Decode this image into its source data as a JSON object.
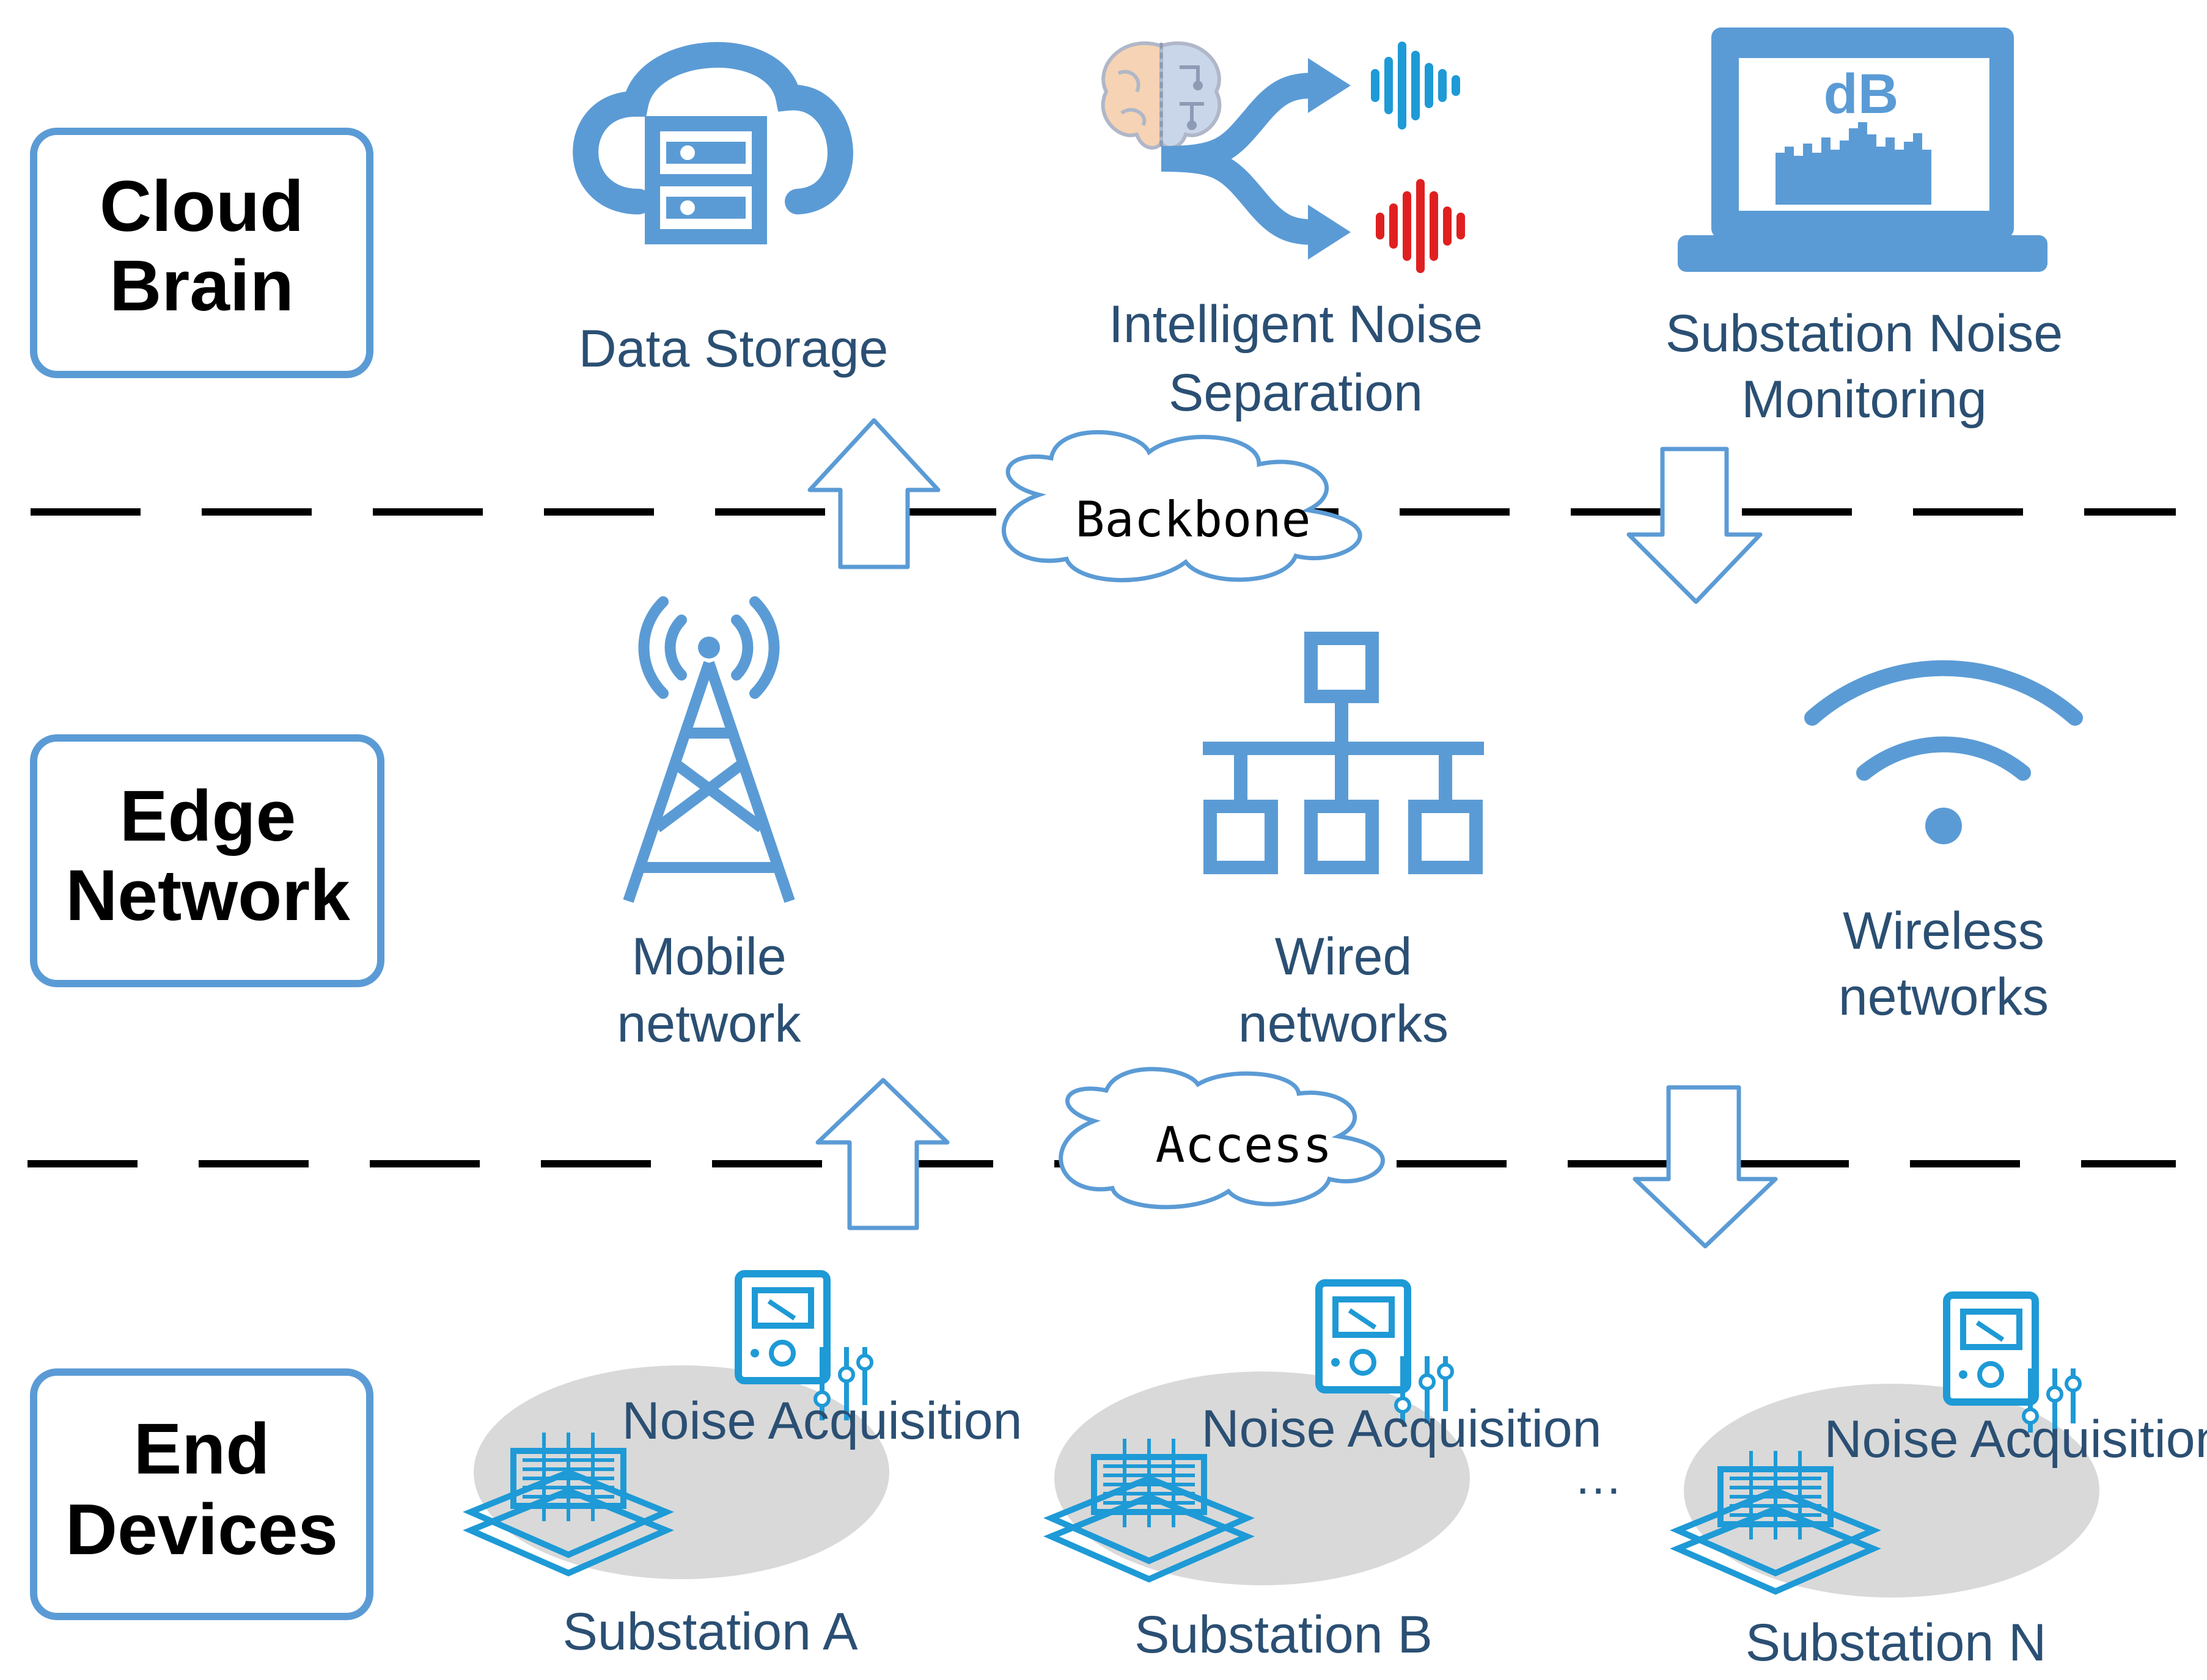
{
  "layers": {
    "cloud": "Cloud\nBrain",
    "edge": "Edge\nNetwork",
    "end": "End\nDevices"
  },
  "cloud_items": {
    "storage": "Data Storage",
    "separation": "Intelligent Noise\nSeparation",
    "monitoring": "Substation Noise\nMonitoring",
    "monitor_badge": "dB"
  },
  "edge_items": {
    "mobile": "Mobile\nnetwork",
    "wired": "Wired\nnetworks",
    "wireless": "Wireless\nnetworks"
  },
  "links": {
    "backbone": "Backbone",
    "access": "Access"
  },
  "end_items": {
    "acquisition_a": "Noise Acquisition",
    "acquisition_b": "Noise Acquisition",
    "acquisition_n": "Noise Acquisition",
    "substation_a": "Substation A",
    "substation_b": "Substation B",
    "substation_n": "Substation N",
    "ellipsis": "…"
  },
  "colors": {
    "accent": "#5b9bd5",
    "label": "#2b4f73",
    "wave_blue": "#1e9ad6",
    "wave_red": "#e02020",
    "ellipse": "#d9d9d9"
  }
}
